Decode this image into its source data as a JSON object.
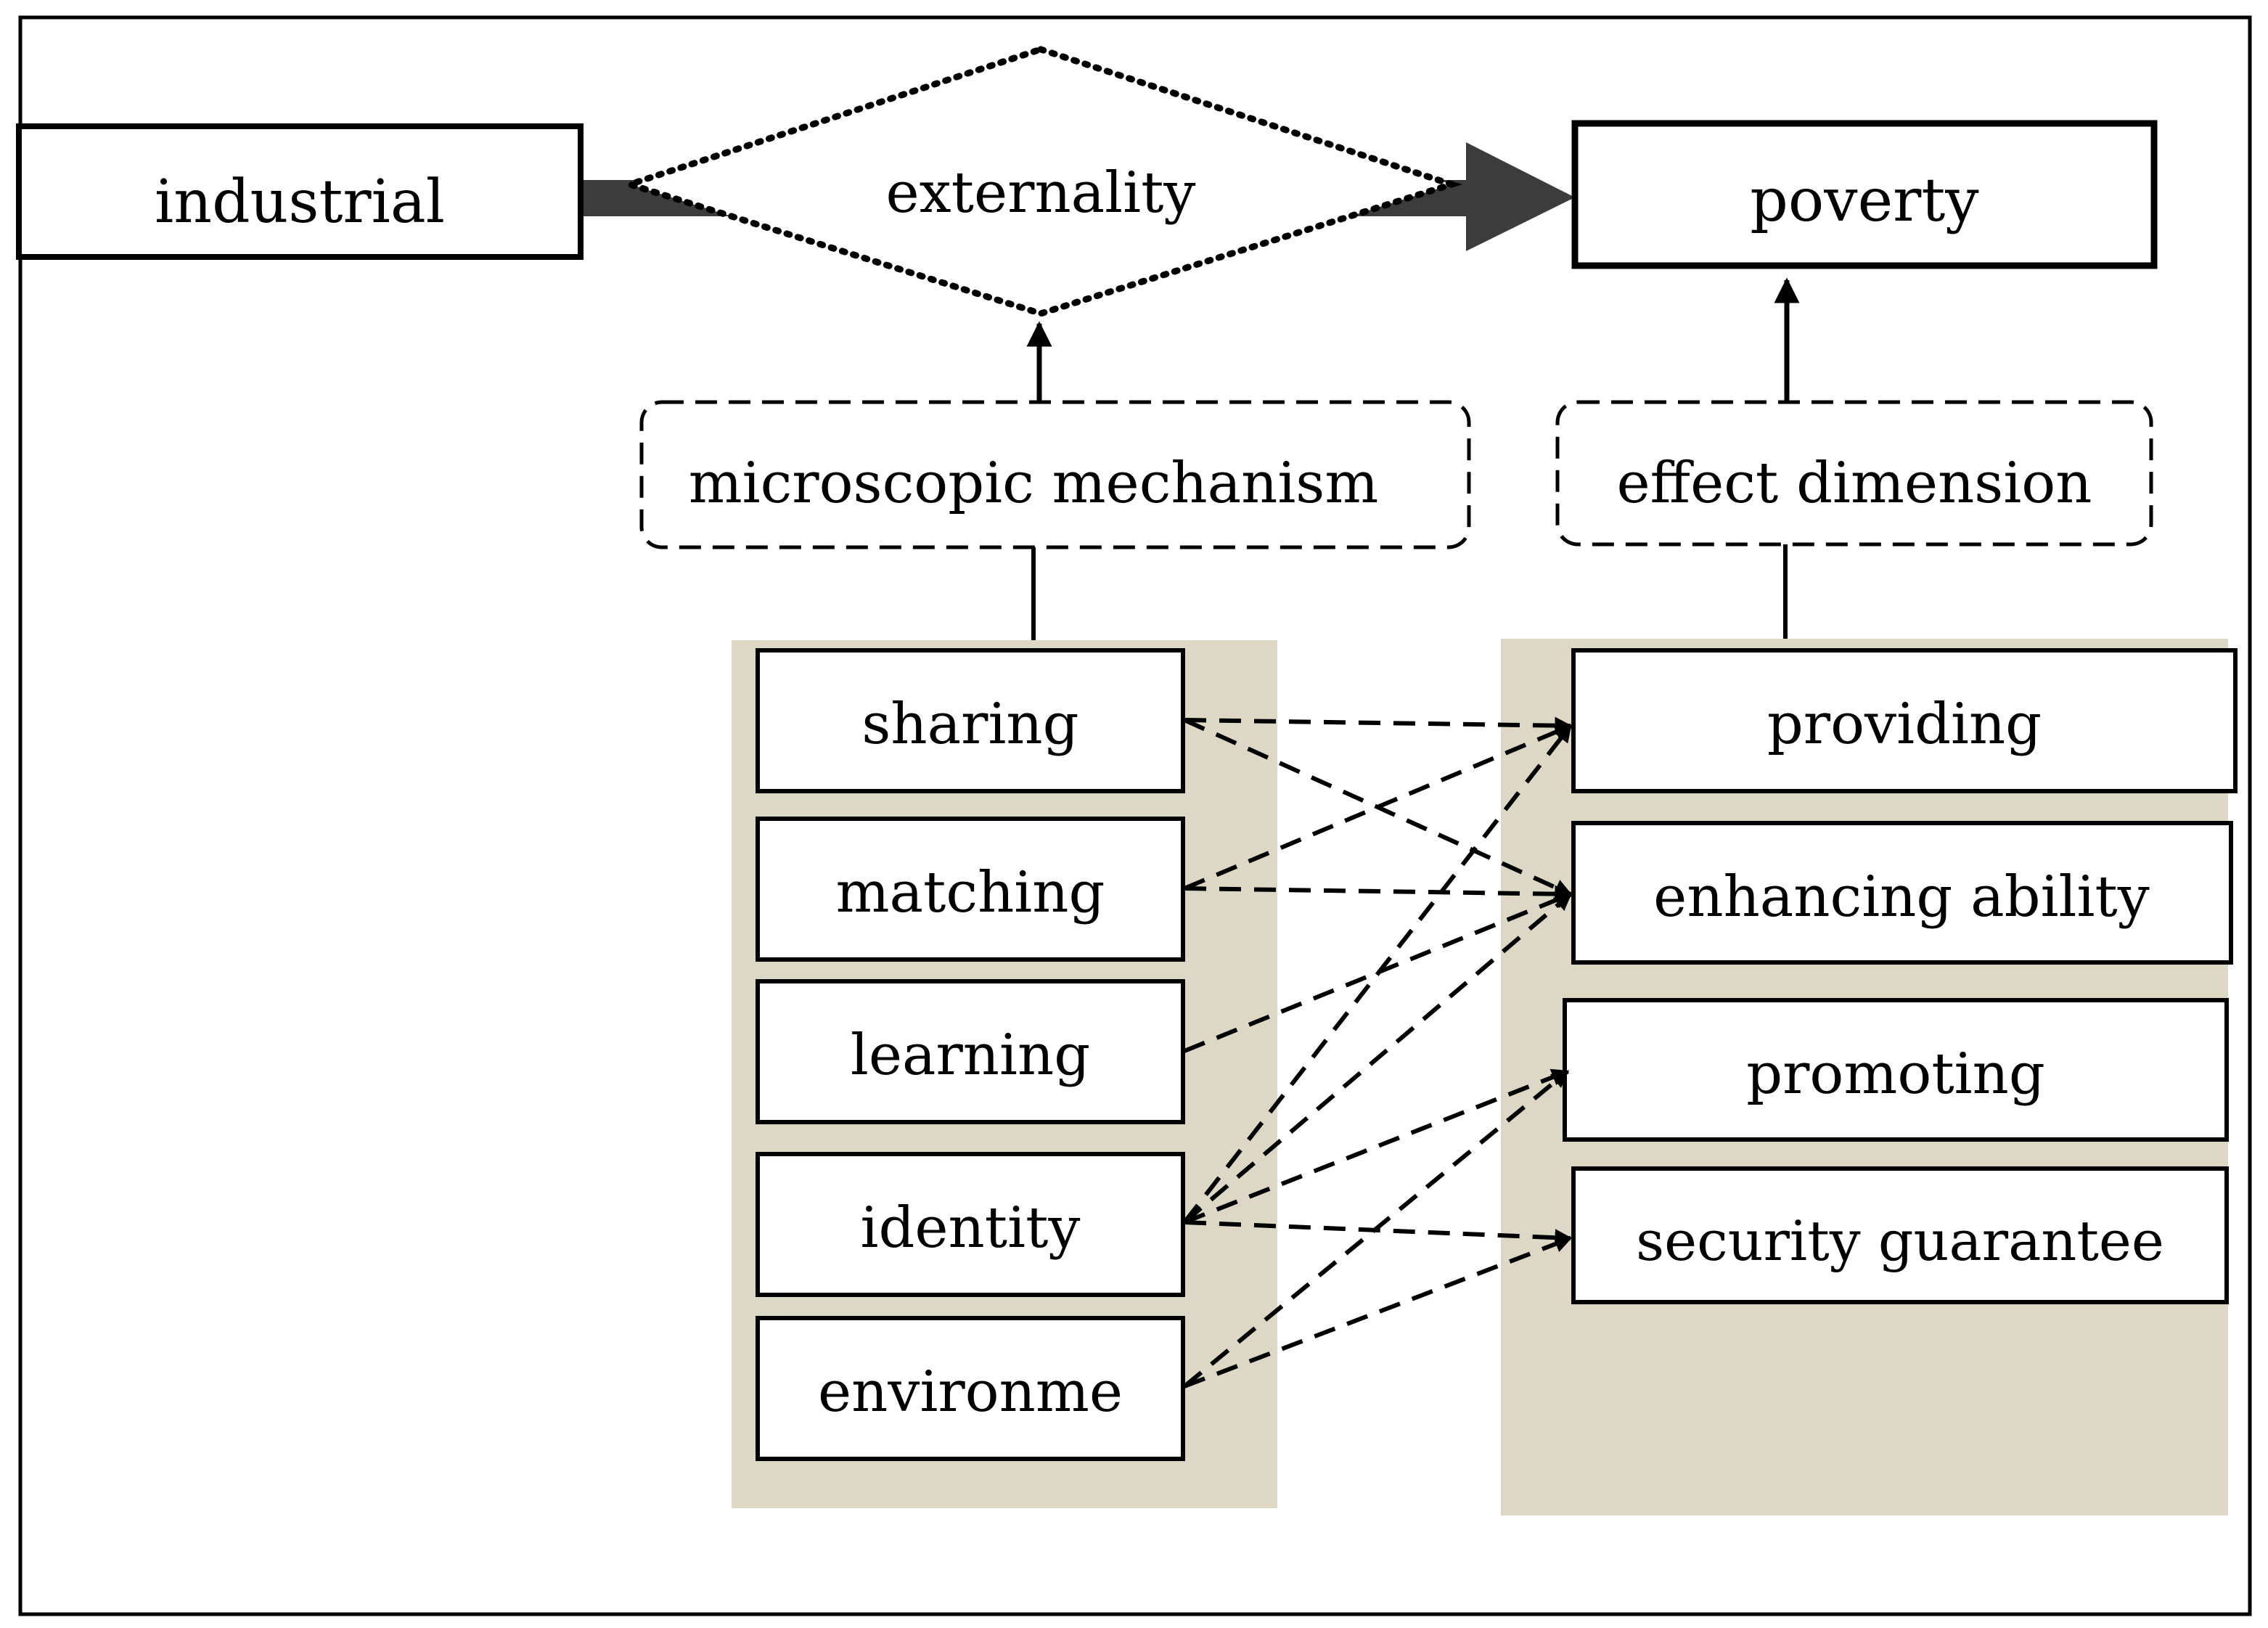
{
  "nodes": {
    "industrial": "industrial",
    "externality": "externality",
    "poverty": "poverty",
    "mechanism": "microscopic mechanism",
    "effect": "effect dimension"
  },
  "mechanisms": [
    {
      "id": "sharing",
      "label": "sharing"
    },
    {
      "id": "matching",
      "label": "matching"
    },
    {
      "id": "learning",
      "label": "learning"
    },
    {
      "id": "identity",
      "label": "identity"
    },
    {
      "id": "environme",
      "label": "environme"
    }
  ],
  "effects": [
    {
      "id": "providing",
      "label": "providing"
    },
    {
      "id": "enhancing-ability",
      "label": "enhancing ability"
    },
    {
      "id": "promoting",
      "label": "promoting"
    },
    {
      "id": "security-guarantee",
      "label": "security guarantee"
    }
  ],
  "links": [
    [
      "sharing",
      "providing"
    ],
    [
      "sharing",
      "enhancing-ability"
    ],
    [
      "matching",
      "providing"
    ],
    [
      "matching",
      "enhancing-ability"
    ],
    [
      "learning",
      "enhancing-ability"
    ],
    [
      "identity",
      "providing"
    ],
    [
      "identity",
      "enhancing-ability"
    ],
    [
      "identity",
      "promoting"
    ],
    [
      "identity",
      "security-guarantee"
    ],
    [
      "environme",
      "promoting"
    ],
    [
      "environme",
      "security-guarantee"
    ]
  ],
  "colors": {
    "panel": "#ddd8c6",
    "stroke": "#000000",
    "arrow_fill": "#3c3c3c"
  }
}
